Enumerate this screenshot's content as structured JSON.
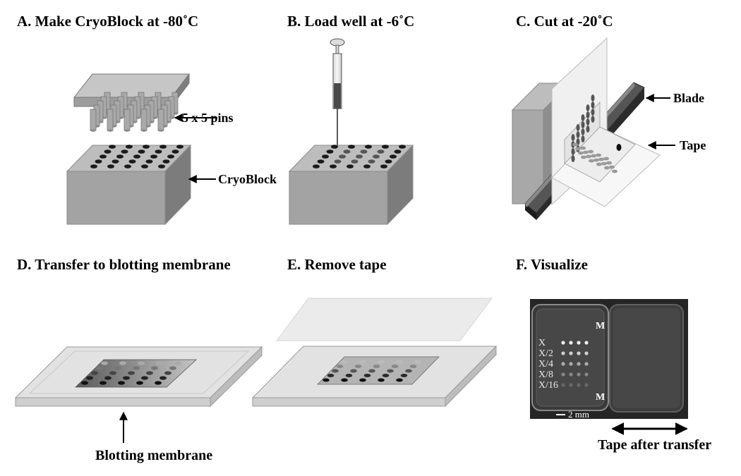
{
  "panels": {
    "a": {
      "title": "A. Make CryoBlock at -80˚C",
      "pins_label": "5 x 5 pins",
      "block_label": "CryoBlock"
    },
    "b": {
      "title": "B. Load well at -6˚C"
    },
    "c": {
      "title": "C. Cut at -20˚C",
      "blade_label": "Blade",
      "tape_label": "Tape"
    },
    "d": {
      "title": "D. Transfer to blotting membrane",
      "membrane_label": "Blotting membrane"
    },
    "e": {
      "title": "E. Remove tape"
    },
    "f": {
      "title": "F. Visualize",
      "dilutions": [
        "X",
        "X/2",
        "X/4",
        "X/8",
        "X/16"
      ],
      "marker_top": "M",
      "marker_bottom": "M",
      "scale_bar": "2 mm",
      "tape_label": "Tape after transfer"
    }
  },
  "colors": {
    "block_top": "#bdbdbd",
    "block_front": "#a3a3a3",
    "block_side": "#7c7c7c",
    "well": "#1a1a1a",
    "membrane": "#e2e2e2",
    "photo_bg": "#2a2a2a"
  }
}
